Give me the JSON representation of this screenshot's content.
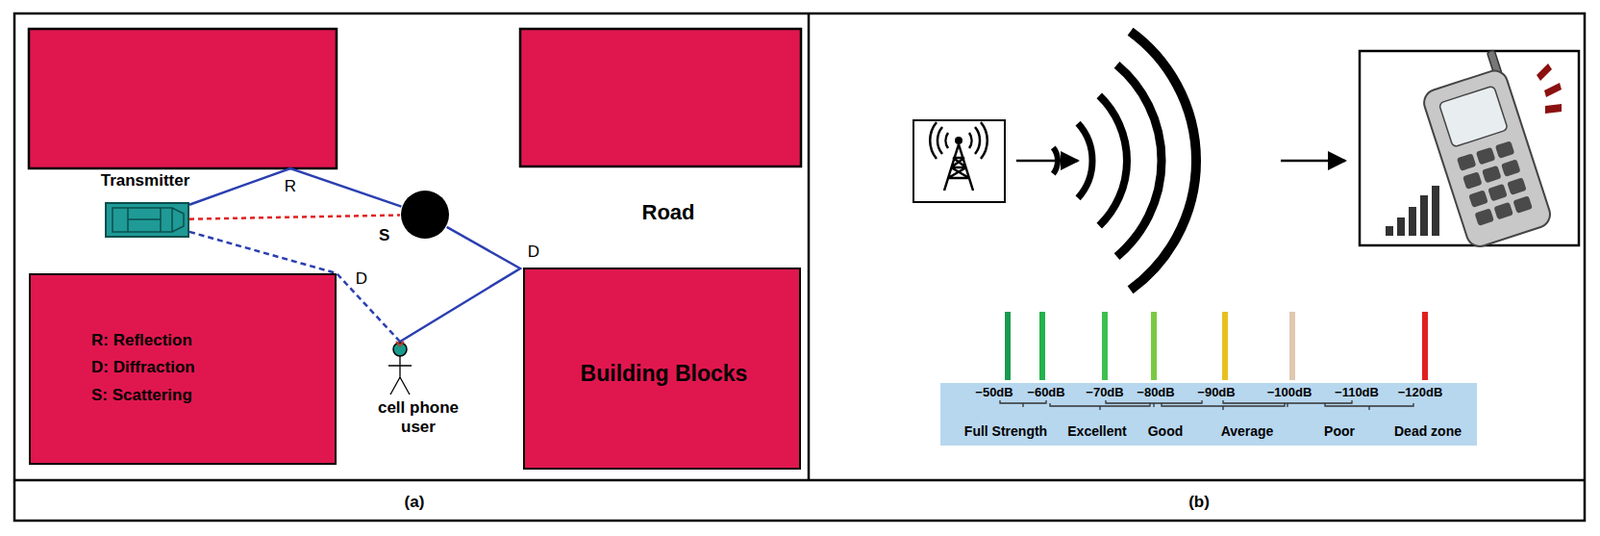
{
  "diagram": {
    "nodes": [
      {
        "text": [
          "Transmitter"
        ]
      },
      {
        "text": [
          "S"
        ]
      },
      {
        "text": [
          "R: Reflection",
          "D: Diffraction",
          "S: Scattering"
        ]
      },
      {
        "text": [
          "cell phone user"
        ]
      },
      {
        "text": [
          "Building Blocks"
        ]
      }
    ],
    "edges": [
      {
        "from": 0,
        "to": 1,
        "arrow": "none"
      },
      {
        "from": 0,
        "to": 1,
        "arrow": "none"
      },
      {
        "from": 1,
        "to": 3,
        "arrow": "none"
      },
      {
        "from": 0,
        "to": 3,
        "arrow": "none"
      }
    ],
    "labels": [
      "R",
      "D",
      "D",
      "Road",
      "(a)",
      "(b)",
      "−50dB",
      "−60dB",
      "−70dB",
      "−80dB",
      "−90dB",
      "−100dB",
      "−110dB",
      "−120dB",
      "Full Strength",
      "Excellent",
      "Good",
      "Average",
      "Poor",
      "Dead zone"
    ]
  }
}
